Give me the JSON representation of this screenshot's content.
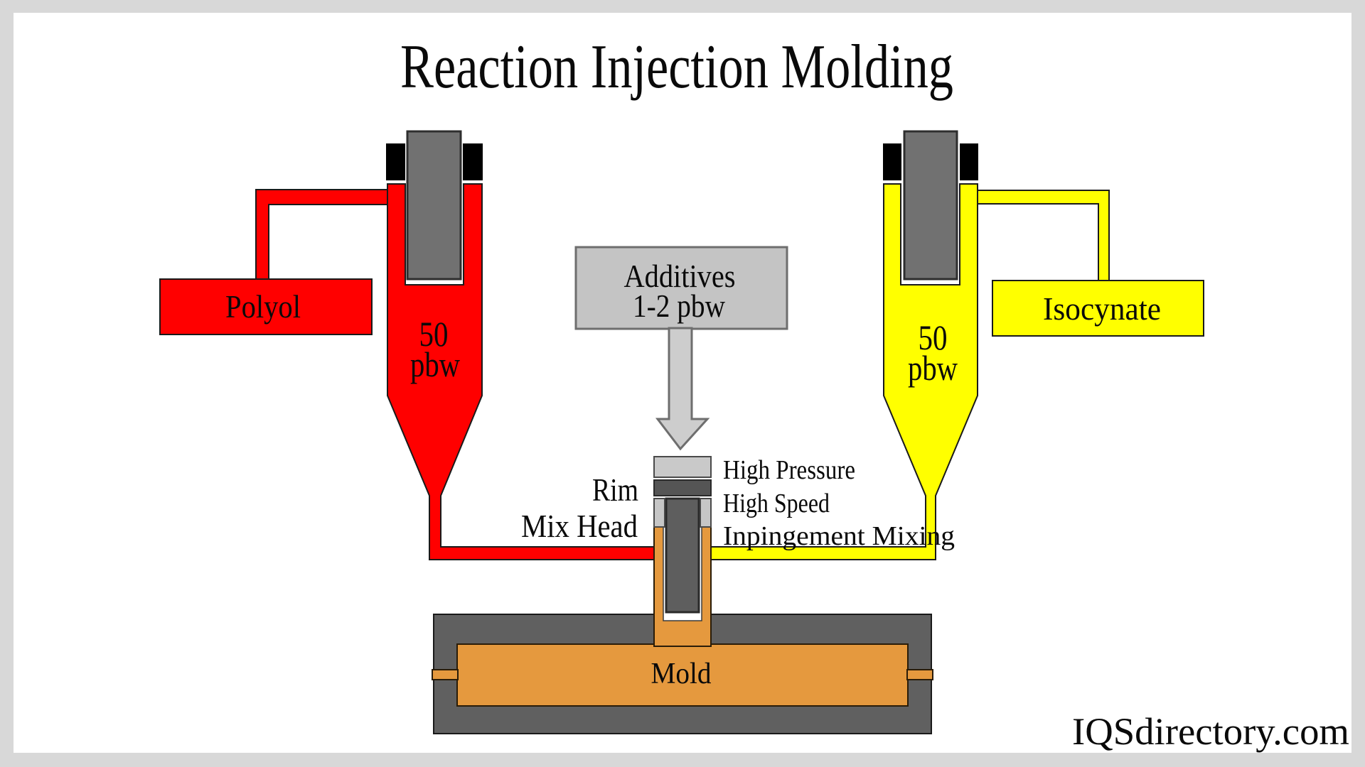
{
  "page": {
    "title": "Reaction Injection Molding",
    "watermark": "IQSdirectory.com"
  },
  "colors": {
    "canvas_border": "#D8D8D8",
    "background": "#FFFFFF",
    "red": "#FF0000",
    "yellow": "#FFFF00",
    "orange": "#E5993E",
    "mold_gray": "#606060",
    "piston_gray": "#717171",
    "mixhead_piston_gray": "#5E5E5E",
    "light_gray": "#C4C4C4",
    "arrow_gray": "#CDCDCD",
    "seal_black": "#000000",
    "text_black": "#0A0A0A"
  },
  "left_system": {
    "supply_label": "Polyol",
    "amount_line1": "50",
    "amount_line2": "pbw"
  },
  "right_system": {
    "supply_label": "Isocynate",
    "amount_line1": "50",
    "amount_line2": "pbw"
  },
  "additives": {
    "line1": "Additives",
    "line2": "1-2 pbw"
  },
  "mix_head": {
    "label_line1": "Rim",
    "label_line2": "Mix Head",
    "note_line1": "High Pressure",
    "note_line2": "High Speed",
    "note_line3": "Inpingement Mixing"
  },
  "mold": {
    "label": "Mold"
  }
}
